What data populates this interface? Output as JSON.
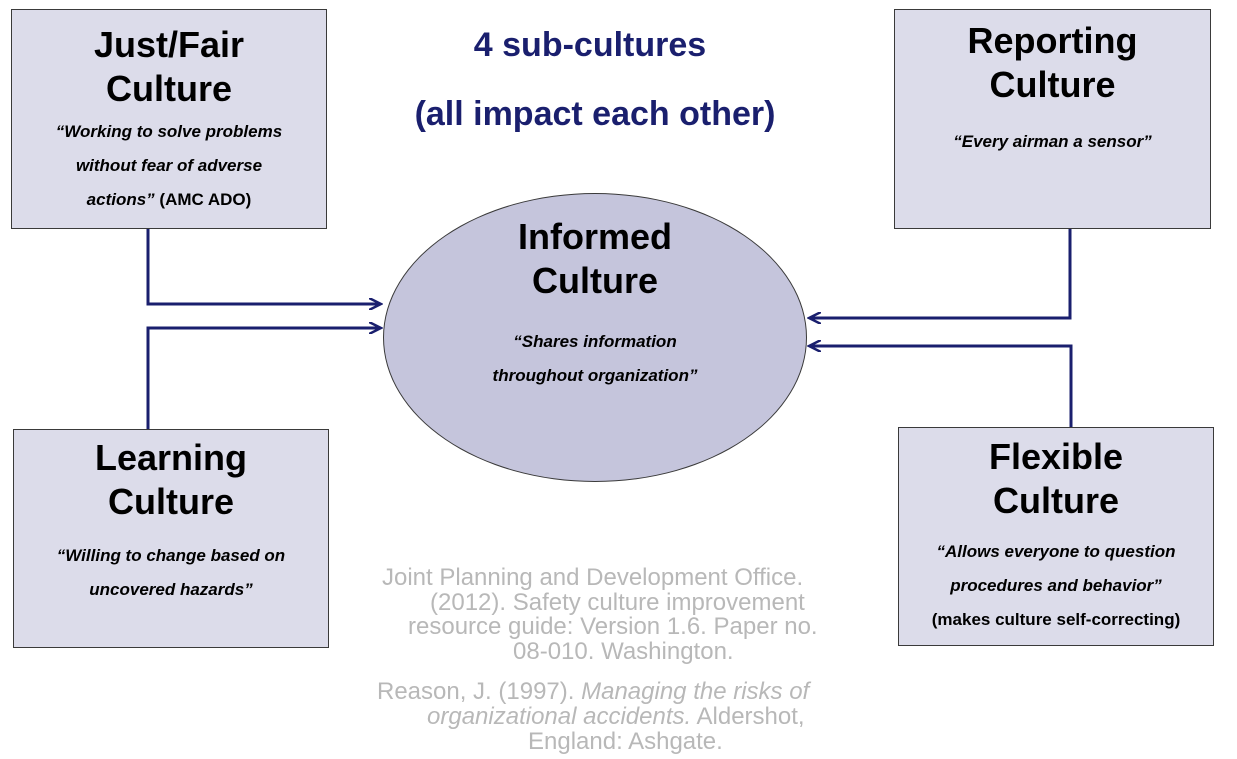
{
  "heading": {
    "line1": "4 sub-cultures",
    "line2": "(all impact each other)"
  },
  "just_fair": {
    "title1": "Just/Fair",
    "title2": "Culture",
    "quote1": "“Working to solve problems",
    "quote2": "without fear of adverse",
    "quote3": "actions”",
    "attribution": " (AMC ADO)"
  },
  "reporting": {
    "title1": "Reporting",
    "title2": "Culture",
    "quote": "“Every airman a sensor”"
  },
  "learning": {
    "title1": "Learning",
    "title2": "Culture",
    "quote1": "“Willing to change based on",
    "quote2": "uncovered hazards”"
  },
  "flexible": {
    "title1": "Flexible",
    "title2": "Culture",
    "quote1": "“Allows everyone to question",
    "quote2": "procedures and behavior”",
    "note": "(makes culture self-correcting)"
  },
  "informed": {
    "title1": "Informed",
    "title2": "Culture",
    "quote1": "“Shares information",
    "quote2": "throughout organization”"
  },
  "citations": {
    "c1_line1": "Joint Planning and Development Office.",
    "c1_line2": "(2012). Safety culture improvement",
    "c1_line3": "resource guide: Version 1.6. Paper no.",
    "c1_line4": "08-010. Washington.",
    "c2_line1_a": "Reason, J. (1997). ",
    "c2_line1_b": "Managing the risks of",
    "c2_line2_a": "organizational accidents.",
    "c2_line2_b": " Aldershot,",
    "c2_line3": "England: Ashgate."
  },
  "colors": {
    "box_fill": "#dcdcea",
    "ellipse_fill": "#c5c5dc",
    "arrow": "#1a1f6e",
    "heading": "#1a1f6e",
    "citation": "#b8b8b8"
  }
}
